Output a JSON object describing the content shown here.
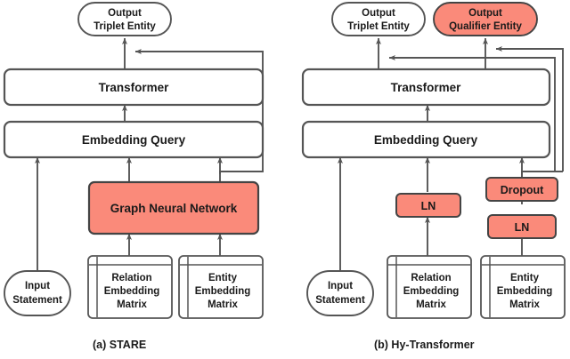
{
  "figure": {
    "type": "architecture-diagram",
    "panels": [
      {
        "id": "a",
        "caption": "(a) STARE",
        "nodes": {
          "output_triplet": "Output\nTriplet Entity",
          "output_triplet_line1": "Output",
          "output_triplet_line2": "Triplet Entity",
          "transformer": "Transformer",
          "embedding_query": "Embedding Query",
          "gnn": "Graph Neural Network",
          "input_statement_line1": "Input",
          "input_statement_line2": "Statement",
          "relation_matrix_line1": "Relation",
          "relation_matrix_line2": "Embedding",
          "relation_matrix_line3": "Matrix",
          "entity_matrix_line1": "Entity",
          "entity_matrix_line2": "Embedding",
          "entity_matrix_line3": "Matrix"
        }
      },
      {
        "id": "b",
        "caption": "(b) Hy-Transformer",
        "nodes": {
          "output_triplet_line1": "Output",
          "output_triplet_line2": "Triplet Entity",
          "output_qualifier_line1": "Output",
          "output_qualifier_line2": "Qualifier Entity",
          "transformer": "Transformer",
          "embedding_query": "Embedding Query",
          "ln_relation": "LN",
          "ln_entity": "LN",
          "dropout": "Dropout",
          "input_statement_line1": "Input",
          "input_statement_line2": "Statement",
          "relation_matrix_line1": "Relation",
          "relation_matrix_line2": "Embedding",
          "relation_matrix_line3": "Matrix",
          "entity_matrix_line1": "Entity",
          "entity_matrix_line2": "Embedding",
          "entity_matrix_line3": "Matrix"
        }
      }
    ]
  },
  "colors": {
    "highlight_fill": "#FA8A7A",
    "highlight_stroke": "#444444",
    "box_fill": "#FFFFFF",
    "box_stroke": "#555555",
    "arrow": "#555555",
    "text": "#1A1A1A",
    "background": "#FFFFFF"
  }
}
